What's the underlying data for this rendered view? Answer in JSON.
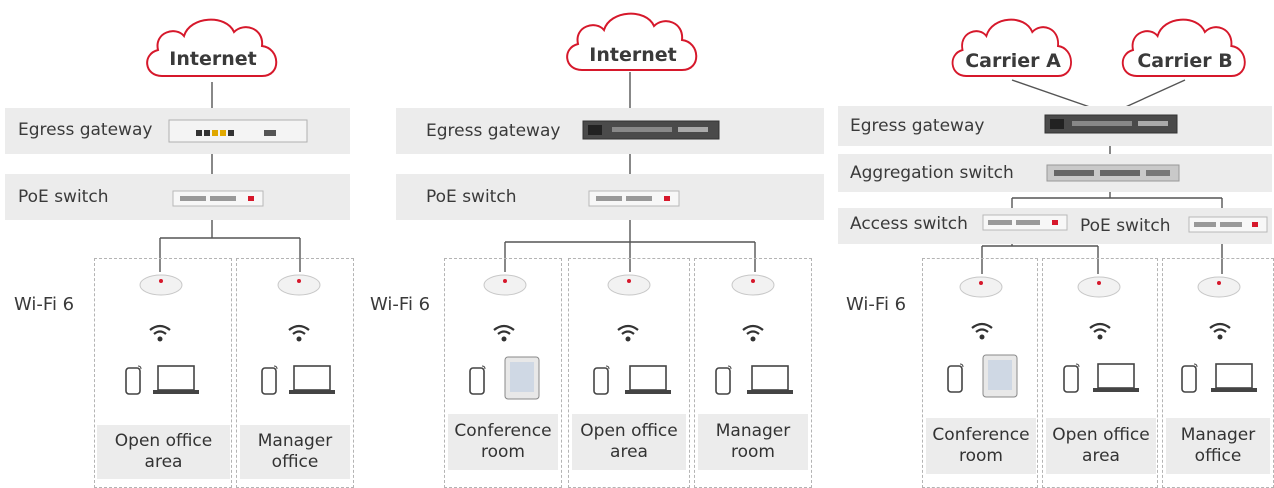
{
  "colors": {
    "cloud_stroke": "#d6182b",
    "band": "#ececec",
    "line": "#555555",
    "zone_border": "#b4b4b4"
  },
  "diagram1": {
    "cloud": "Internet",
    "egress_label": "Egress gateway",
    "poe_label": "PoE switch",
    "wifi_label": "Wi-Fi 6",
    "areas": [
      "Open office\narea",
      "Manager\noffice"
    ]
  },
  "diagram2": {
    "cloud": "Internet",
    "egress_label": "Egress gateway",
    "poe_label": "PoE switch",
    "wifi_label": "Wi-Fi 6",
    "areas": [
      "Conference\nroom",
      "Open office\narea",
      "Manager\nroom"
    ]
  },
  "diagram3": {
    "clouds": [
      "Carrier A",
      "Carrier B"
    ],
    "egress_label": "Egress gateway",
    "aggregation_label": "Aggregation switch",
    "access_label": "Access switch",
    "poe_label": "PoE switch",
    "wifi_label": "Wi-Fi 6",
    "areas": [
      "Conference\nroom",
      "Open office\narea",
      "Manager\noffice"
    ]
  },
  "icons": {
    "cloud": "cloud-icon",
    "gateway": "gateway-device-icon",
    "switch": "switch-device-icon",
    "ap": "access-point-icon",
    "wifi": "wifi-signal-icon",
    "phone": "phone-icon",
    "laptop": "laptop-icon",
    "tablet": "tablet-icon"
  }
}
